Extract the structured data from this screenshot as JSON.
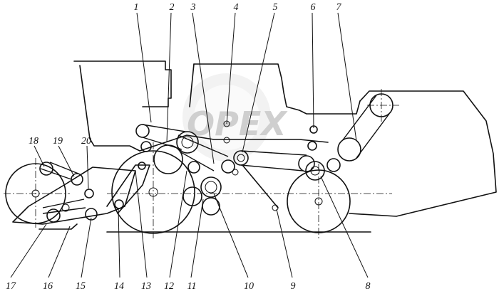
{
  "diagram": {
    "watermark": "OPEX",
    "callouts": [
      {
        "id": "c1",
        "text": "1"
      },
      {
        "id": "c2",
        "text": "2"
      },
      {
        "id": "c3",
        "text": "3"
      },
      {
        "id": "c4",
        "text": "4"
      },
      {
        "id": "c5",
        "text": "5"
      },
      {
        "id": "c6",
        "text": "6"
      },
      {
        "id": "c7",
        "text": "7"
      },
      {
        "id": "c8",
        "text": "8"
      },
      {
        "id": "c9",
        "text": "9"
      },
      {
        "id": "c10",
        "text": "10"
      },
      {
        "id": "c11",
        "text": "11"
      },
      {
        "id": "c12",
        "text": "12"
      },
      {
        "id": "c13",
        "text": "13"
      },
      {
        "id": "c14",
        "text": "14"
      },
      {
        "id": "c15",
        "text": "15"
      },
      {
        "id": "c16",
        "text": "16"
      },
      {
        "id": "c17",
        "text": "17"
      },
      {
        "id": "c18",
        "text": "18"
      },
      {
        "id": "c19",
        "text": "19"
      },
      {
        "id": "c20",
        "text": "20"
      }
    ]
  }
}
